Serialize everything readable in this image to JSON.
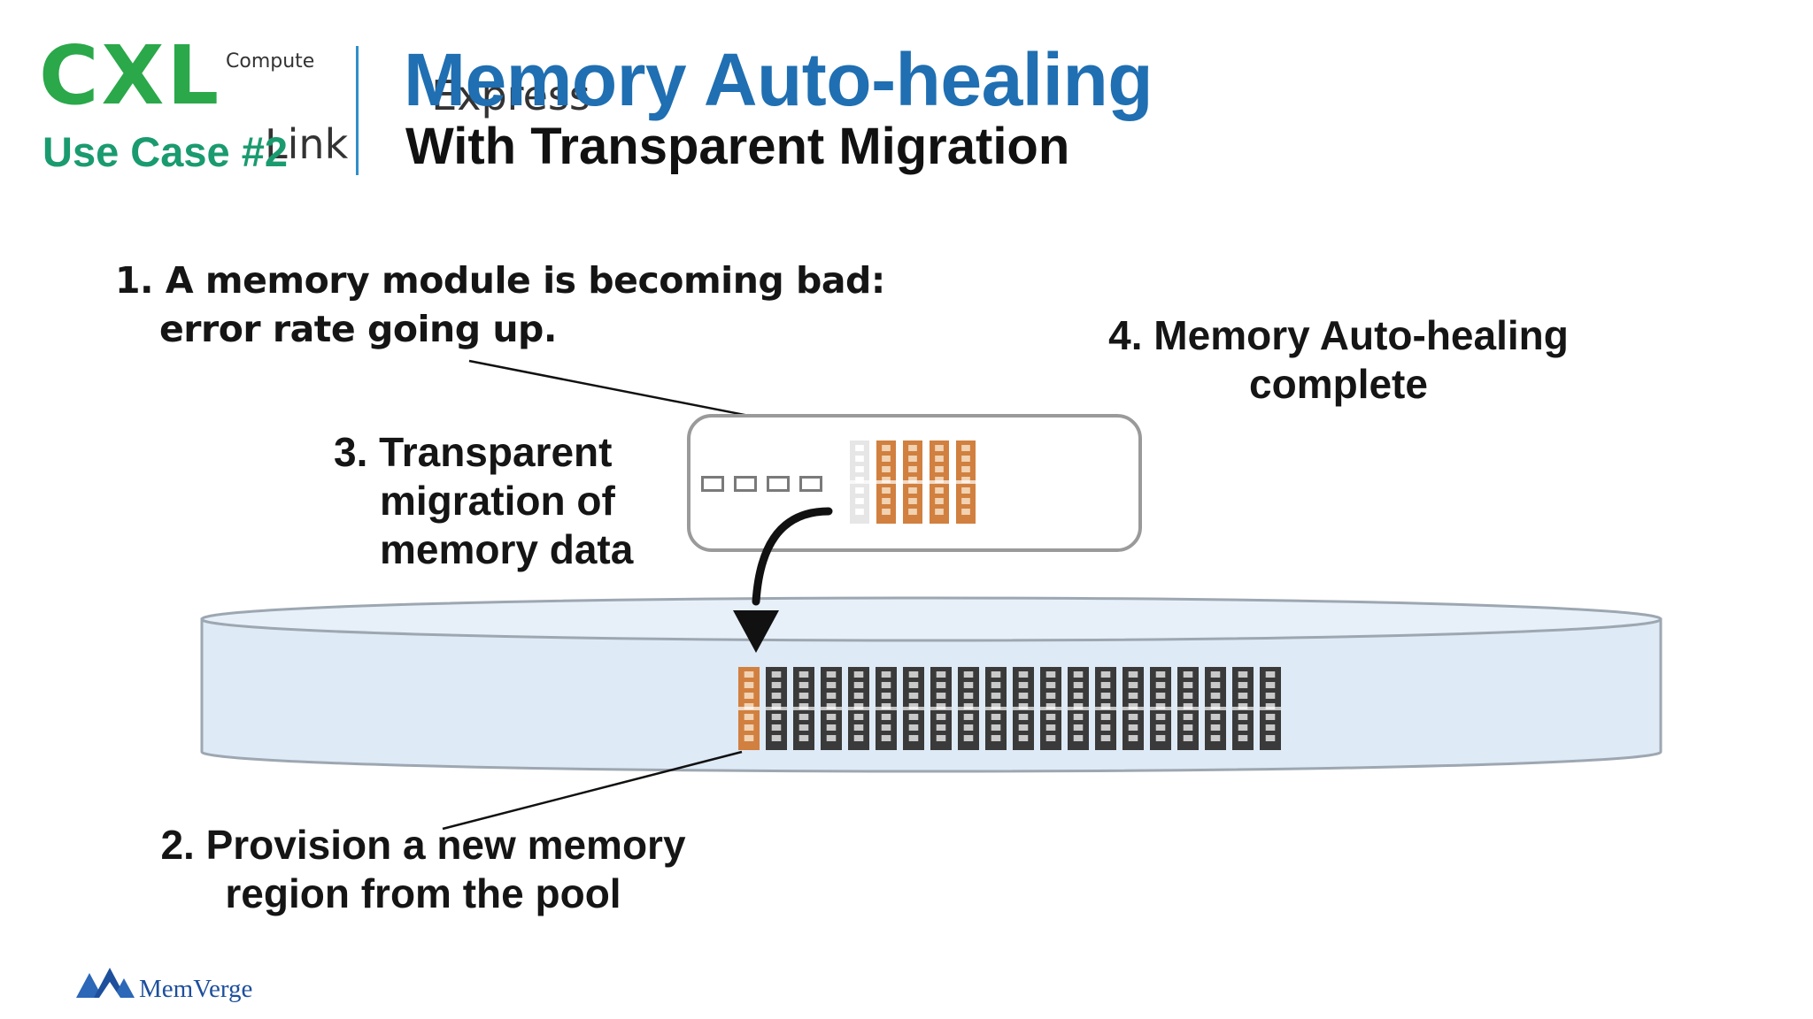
{
  "header": {
    "logo_text": "CXL",
    "logo_sub_lines": [
      "Compute",
      "Express",
      "Link"
    ],
    "use_case": "Use Case #2",
    "title": "Memory Auto-healing",
    "subtitle": "With Transparent Migration"
  },
  "steps": {
    "step1": [
      "1. A memory module is becoming bad:",
      "error rate going up."
    ],
    "step2": [
      "2. Provision a new memory",
      "region from the pool"
    ],
    "step3": [
      "3. Transparent",
      "migration of",
      "memory data"
    ],
    "step4": [
      "4. Memory Auto-healing",
      "complete"
    ]
  },
  "diagram": {
    "server_slot_count": 4,
    "server_modules_healthy_count": 4,
    "server_modules_failing_count": 1,
    "pool_modules_new_count": 1,
    "pool_modules_other_count": 19,
    "colors": {
      "module_orange": "#d1803f",
      "module_gray": "#3a3a3a",
      "module_failing": "#e6e6e6",
      "pool_fill": "#deeaf6",
      "pool_stroke": "#9da7b1",
      "title_blue": "#1f6fb2",
      "usecase_green": "#1a9b6f"
    }
  },
  "footer": {
    "brand": "MemVerge"
  }
}
